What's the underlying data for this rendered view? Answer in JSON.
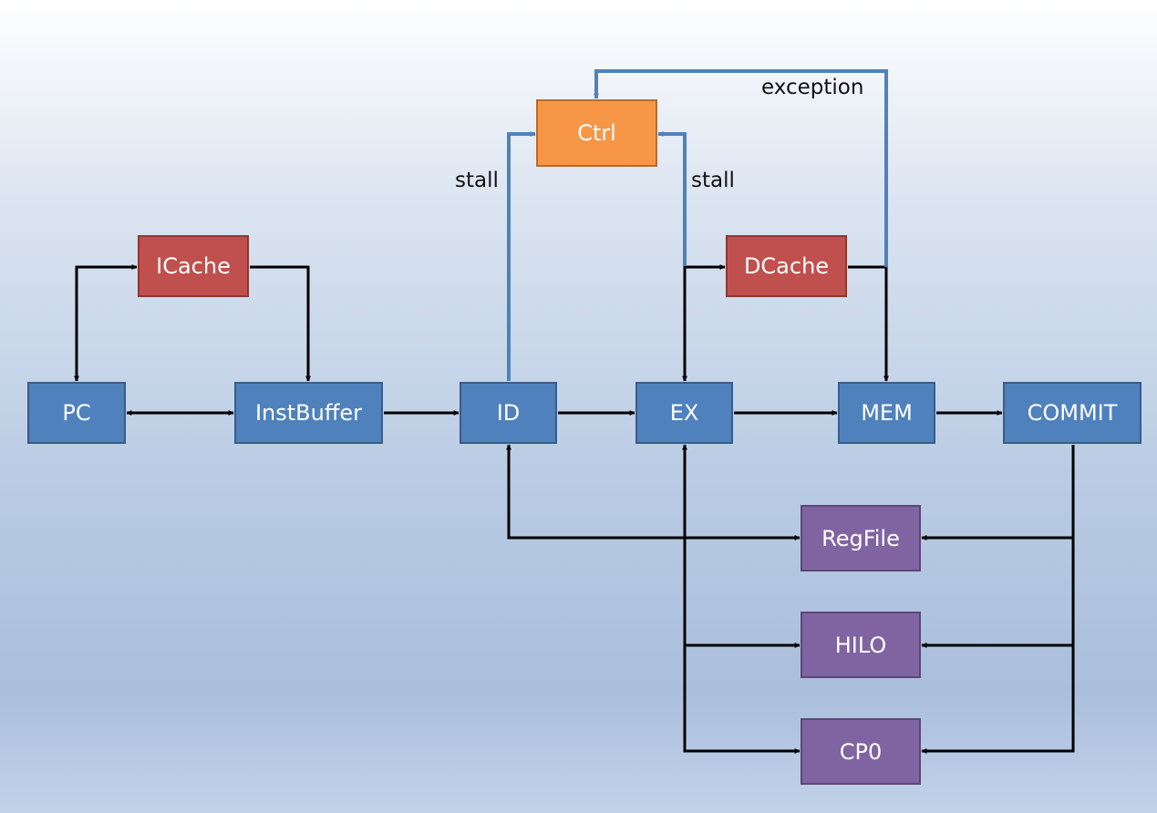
{
  "diagram": {
    "colors": {
      "pipeline_stage": "#4f81bd",
      "pipeline_border": "#385d8a",
      "cache": "#c0504d",
      "cache_border": "#8c3836",
      "control": "#f79646",
      "control_border": "#b66d31",
      "storage": "#8064a2",
      "storage_border": "#5c4776",
      "data_wire": "#000000",
      "control_wire": "#4f81bd"
    },
    "nodes": {
      "pc": "PC",
      "instbuffer": "InstBuffer",
      "id": "ID",
      "ex": "EX",
      "mem": "MEM",
      "commit": "COMMIT",
      "icache": "ICache",
      "dcache": "DCache",
      "ctrl": "Ctrl",
      "regfile": "RegFile",
      "hilo": "HILO",
      "cp0": "CP0"
    },
    "labels": {
      "stall_id": "stall",
      "stall_ex": "stall",
      "exception": "exception"
    }
  }
}
